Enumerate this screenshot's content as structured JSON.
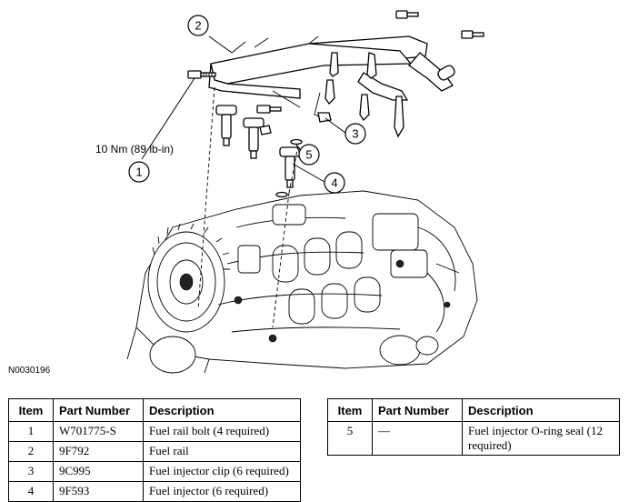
{
  "callouts": [
    {
      "number": "1"
    },
    {
      "number": "2"
    },
    {
      "number": "3"
    },
    {
      "number": "4"
    },
    {
      "number": "5"
    }
  ],
  "torque_label": "10 Nm (89 lb-in)",
  "figure_id": "N0030196",
  "table_headers": {
    "item": "Item",
    "part_number": "Part Number",
    "description": "Description"
  },
  "table_left_rows": [
    {
      "item": "1",
      "part_number": "W701775-S",
      "description": "Fuel rail bolt (4 required)"
    },
    {
      "item": "2",
      "part_number": "9F792",
      "description": "Fuel rail"
    },
    {
      "item": "3",
      "part_number": "9C995",
      "description": "Fuel injector clip (6 required)"
    },
    {
      "item": "4",
      "part_number": "9F593",
      "description": "Fuel injector (6 required)"
    }
  ],
  "table_right_rows": [
    {
      "item": "5",
      "part_number": "—",
      "description": "Fuel injector O-ring seal (12 required)"
    }
  ]
}
